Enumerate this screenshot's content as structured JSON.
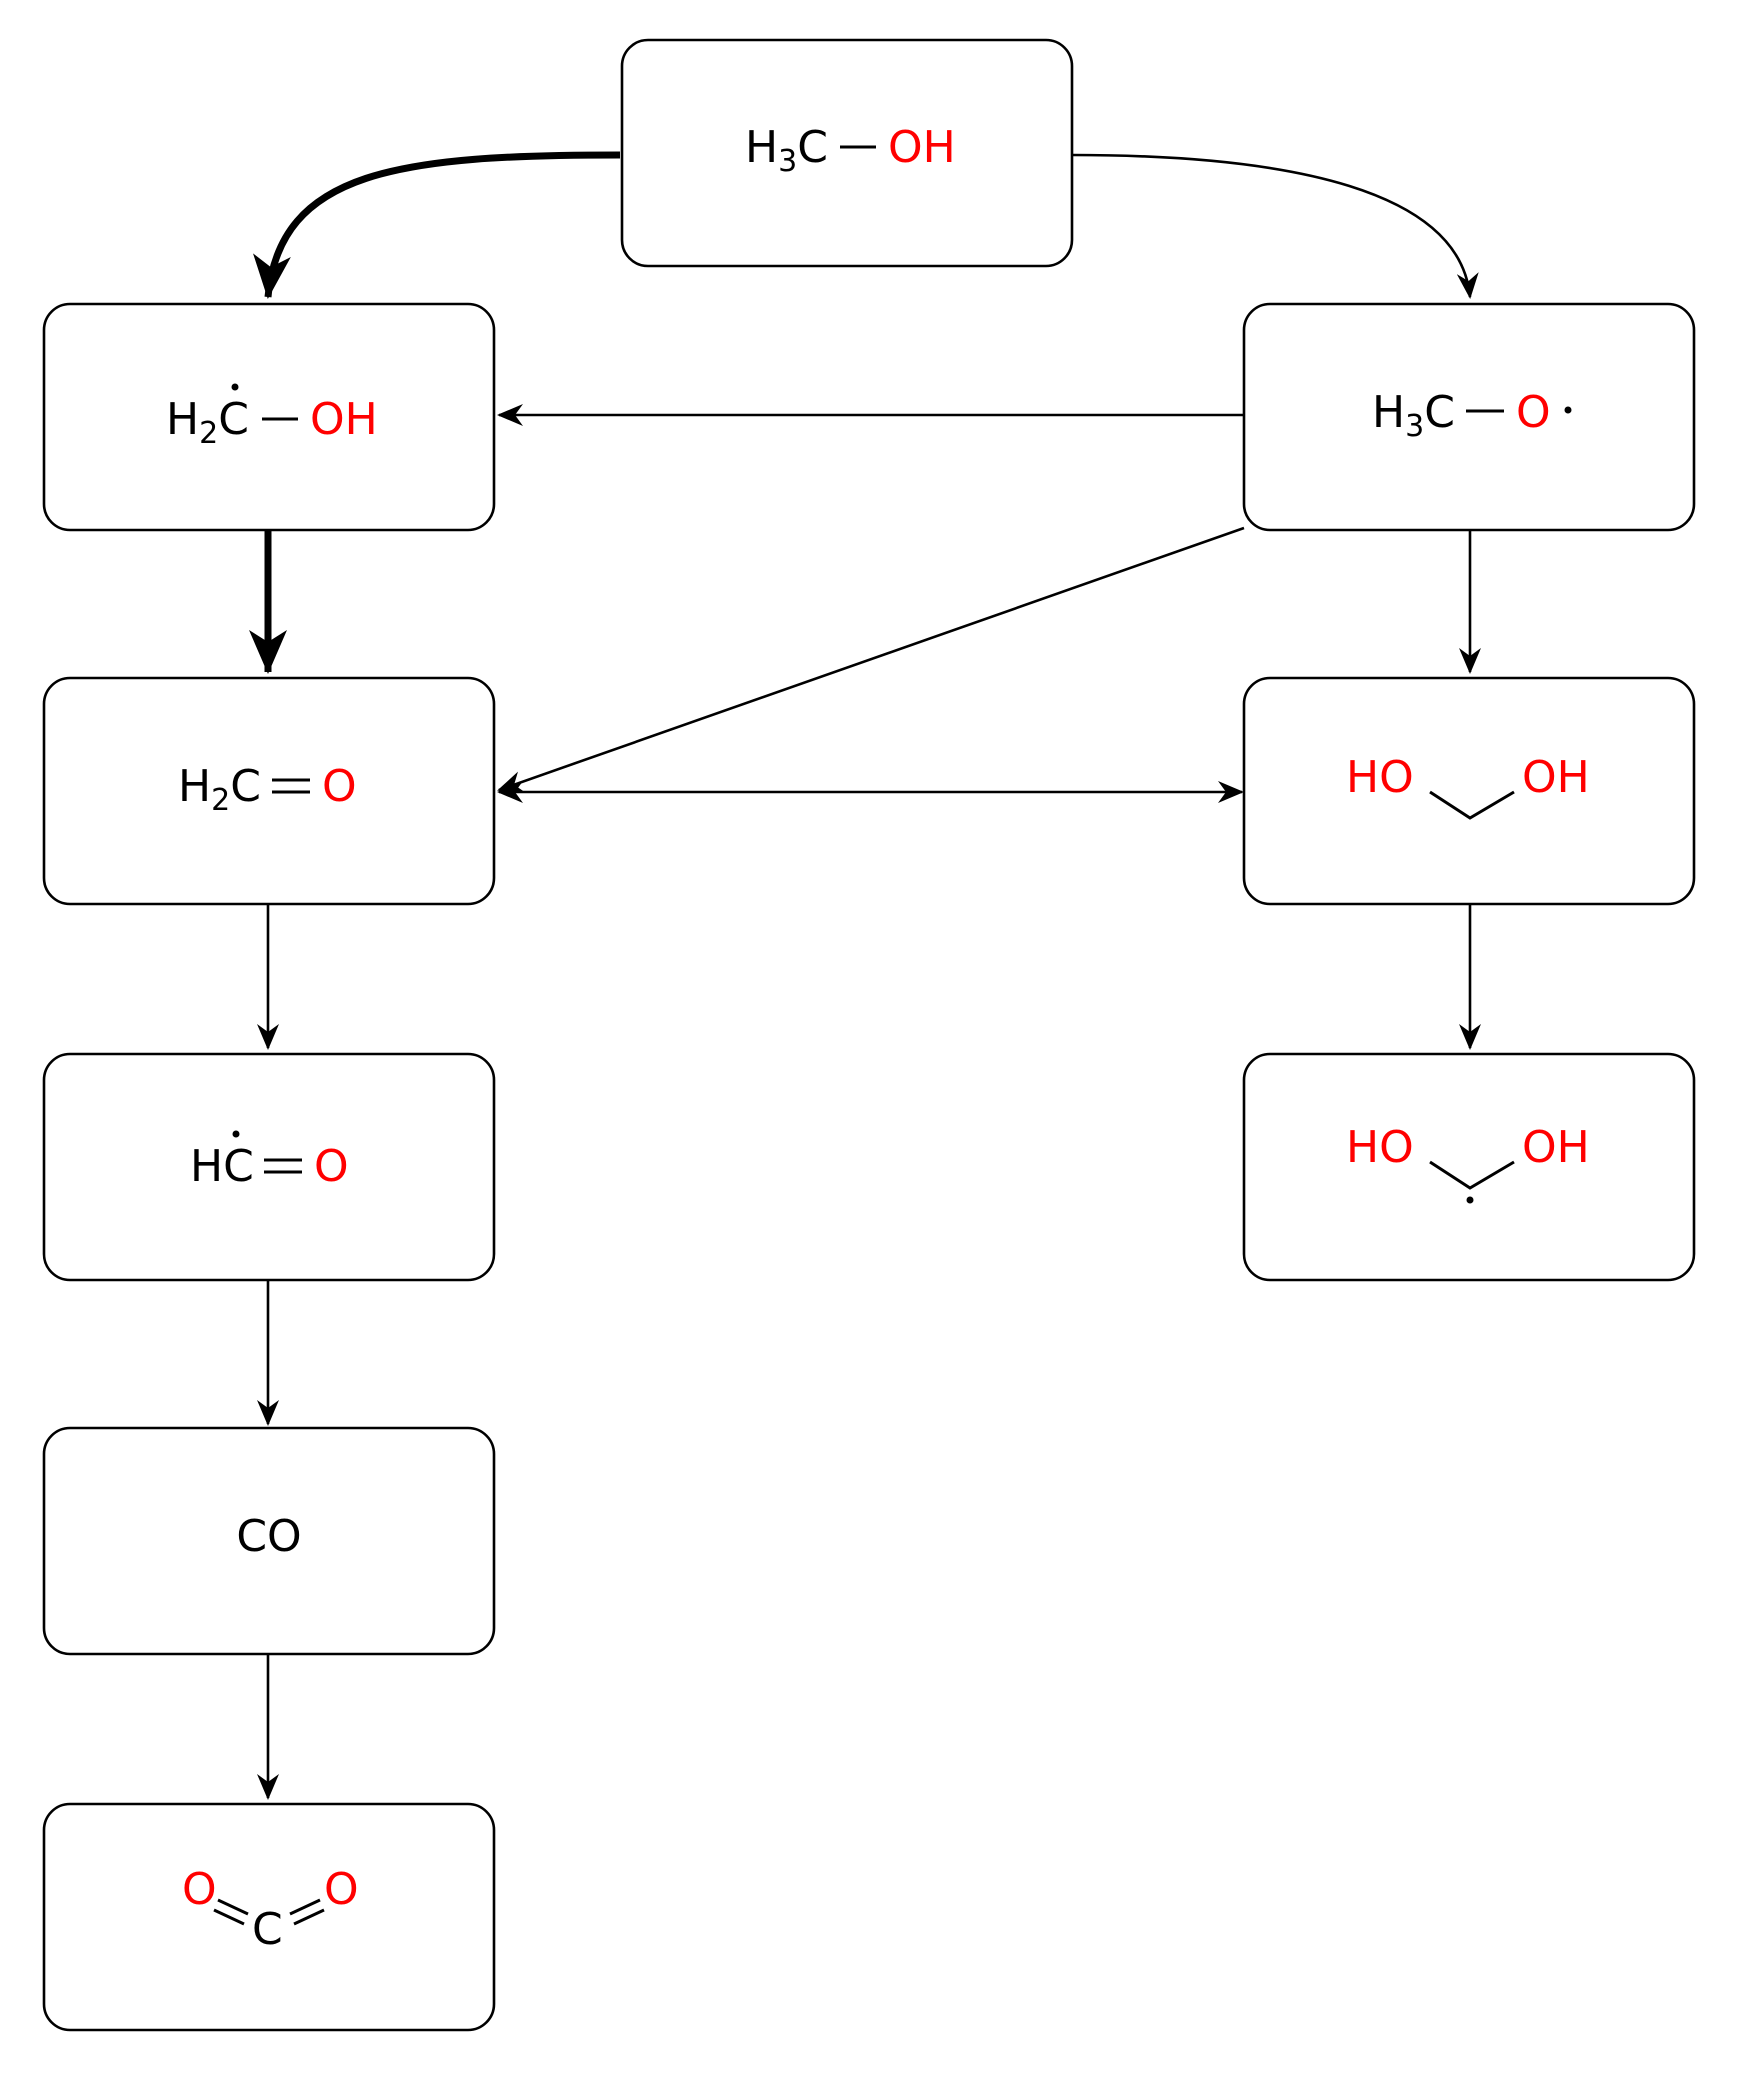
{
  "colors": {
    "carbon": "#000000",
    "oxygen": "#ff0000",
    "edge": "#000000"
  },
  "nodes": {
    "methanol": {
      "h": "H",
      "h_sub": "3",
      "c": "C",
      "oh": "OH"
    },
    "hydroxymethyl": {
      "h": "H",
      "h_sub": "2",
      "c": "C",
      "oh": "OH"
    },
    "methoxy": {
      "h": "H",
      "h_sub": "3",
      "c": "C",
      "o": "O"
    },
    "formaldehyde": {
      "h": "H",
      "h_sub": "2",
      "c": "C",
      "o": "O"
    },
    "methanediol": {
      "ho": "HO",
      "oh": "OH"
    },
    "formyl": {
      "h": "H",
      "c": "C",
      "o": "O"
    },
    "dihydroxymethyl": {
      "ho": "HO",
      "oh": "OH"
    },
    "carbon_monoxide": {
      "label": "CO"
    },
    "carbon_dioxide": {
      "o1": "O",
      "c": "C",
      "o2": "O"
    }
  },
  "edges": [
    {
      "from": "methanol",
      "to": "hydroxymethyl",
      "weight": "heavy"
    },
    {
      "from": "methanol",
      "to": "methoxy",
      "weight": "light"
    },
    {
      "from": "methoxy",
      "to": "hydroxymethyl",
      "weight": "light"
    },
    {
      "from": "hydroxymethyl",
      "to": "formaldehyde",
      "weight": "heavy"
    },
    {
      "from": "methoxy",
      "to": "formaldehyde",
      "weight": "light"
    },
    {
      "from": "methoxy",
      "to": "methanediol",
      "weight": "light"
    },
    {
      "from": "formaldehyde",
      "to": "methanediol",
      "weight": "light",
      "bidirectional": true
    },
    {
      "from": "formaldehyde",
      "to": "formyl",
      "weight": "light"
    },
    {
      "from": "methanediol",
      "to": "dihydroxymethyl",
      "weight": "light"
    },
    {
      "from": "formyl",
      "to": "carbon_monoxide",
      "weight": "light"
    },
    {
      "from": "carbon_monoxide",
      "to": "carbon_dioxide",
      "weight": "light"
    }
  ]
}
